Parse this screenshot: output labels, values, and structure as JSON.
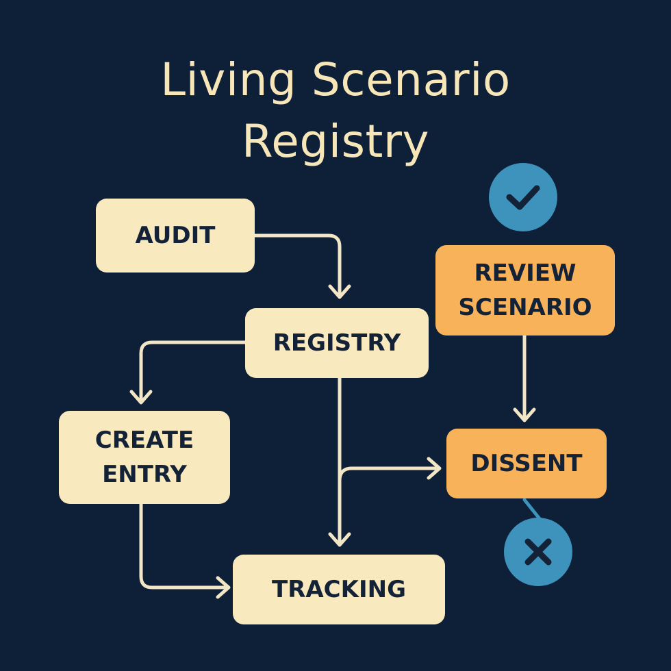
{
  "title": {
    "line1": "Living Scenario",
    "line2": "Registry"
  },
  "nodes": {
    "audit": "AUDIT",
    "registry": "REGISTRY",
    "review_scenario": {
      "line1": "REVIEW",
      "line2": "SCENARIO"
    },
    "create_entry": {
      "line1": "CREATE",
      "line2": "ENTRY"
    },
    "dissent": "DISSENT",
    "tracking": "TRACKING"
  },
  "badges": {
    "approve": "check-icon",
    "reject": "x-icon"
  },
  "colors": {
    "background": "#0e1f38",
    "title": "#f7e6b8",
    "node_cream": "#f8e9bf",
    "node_orange": "#f8b25a",
    "node_text": "#142238",
    "connector": "#f3e6c6",
    "badge": "#3d93bc",
    "badge_icon": "#142238"
  }
}
